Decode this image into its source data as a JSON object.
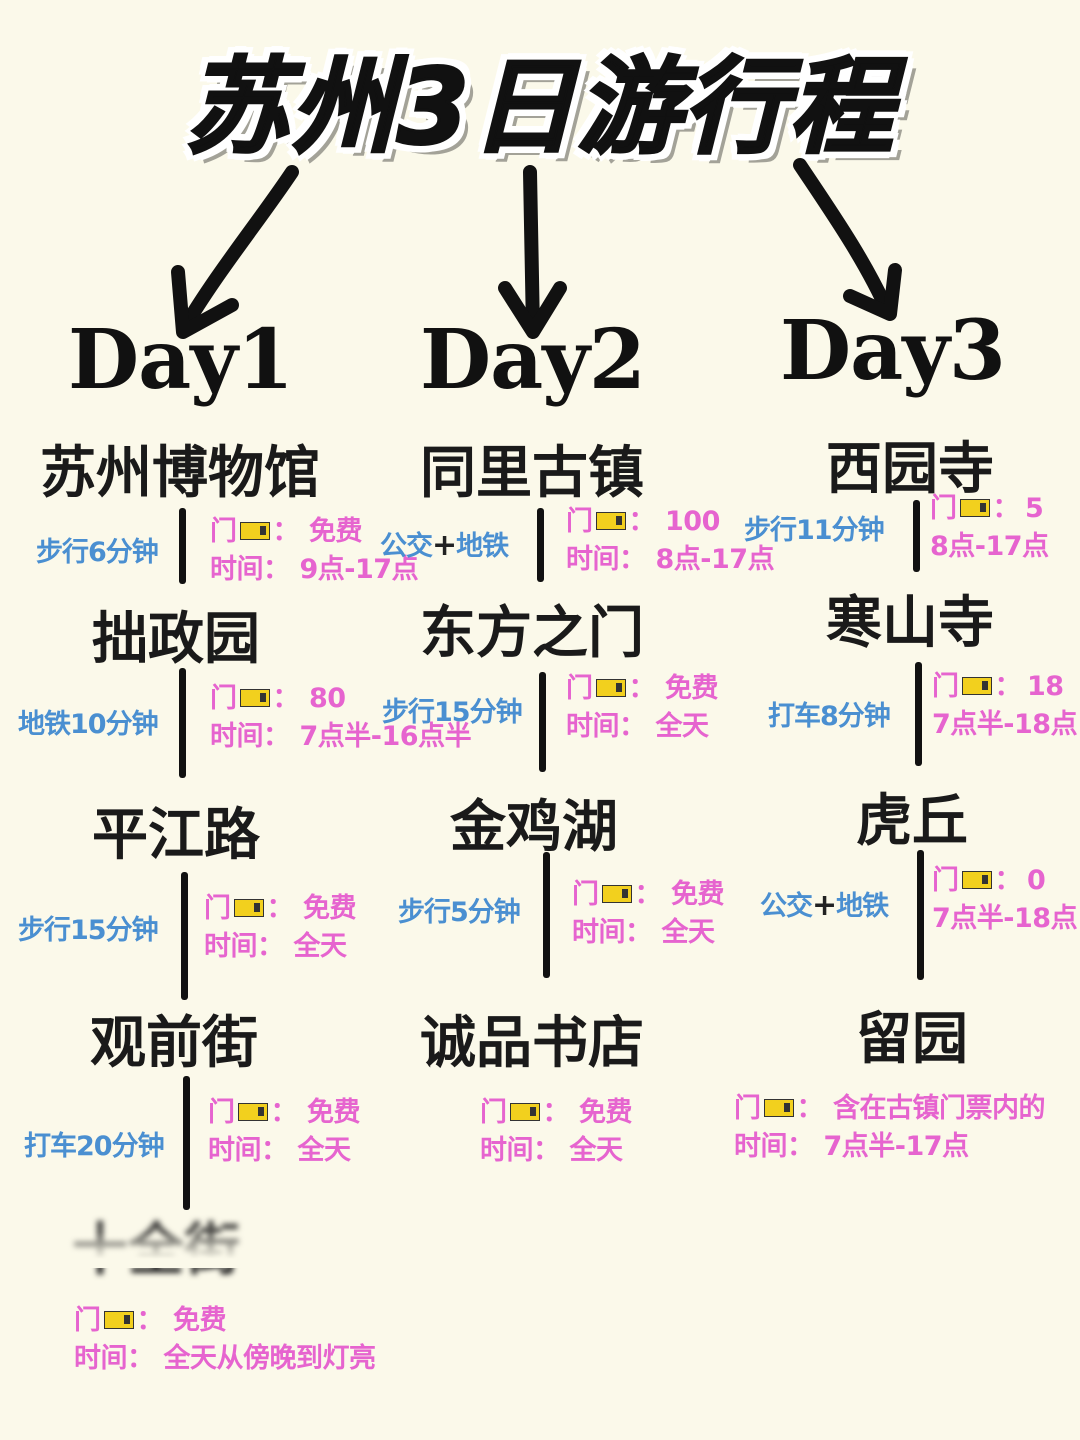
{
  "title": "苏州3日游行程",
  "days": [
    {
      "label": "Day1",
      "places": [
        "苏州博物馆",
        "拙政园",
        "平江路",
        "观前街",
        "十全街"
      ],
      "transports": [
        "步行6分钟",
        "地铁10分钟",
        "步行15分钟",
        "打车20分钟"
      ],
      "infos": [
        {
          "ticket": "门",
          "ticket_value": "免费",
          "time_label": "时间：",
          "time_value": "9点-17点"
        },
        {
          "ticket": "门",
          "ticket_value": "80",
          "time_label": "时间：",
          "time_value": "7点半-16点半"
        },
        {
          "ticket": "门",
          "ticket_value": "免费",
          "time_label": "时间：",
          "time_value": "全天"
        },
        {
          "ticket": "门",
          "ticket_value": "免费",
          "time_label": "时间：",
          "time_value": "全天"
        },
        {
          "ticket": "门",
          "ticket_value": "免费",
          "time_label": "时间：",
          "time_value": "全天从傍晚到灯亮"
        }
      ]
    },
    {
      "label": "Day2",
      "places": [
        "同里古镇",
        "东方之门",
        "金鸡湖",
        "诚品书店"
      ],
      "transports": [
        {
          "a": "公交",
          "plus": "+",
          "b": "地铁"
        },
        "步行15分钟",
        "步行5分钟"
      ],
      "infos": [
        {
          "ticket": "门",
          "ticket_value": "100",
          "time_label": "时间：",
          "time_value": "8点-17点"
        },
        {
          "ticket": "门",
          "ticket_value": "免费",
          "time_label": "时间：",
          "time_value": "全天"
        },
        {
          "ticket": "门",
          "ticket_value": "免费",
          "time_label": "时间：",
          "time_value": "全天"
        },
        {
          "ticket": "门",
          "ticket_value": "免费",
          "time_label": "时间：",
          "time_value": "全天"
        }
      ]
    },
    {
      "label": "Day3",
      "places": [
        "西园寺",
        "寒山寺",
        "虎丘",
        "留园"
      ],
      "transports": [
        "步行11分钟",
        "打车8分钟",
        {
          "a": "公交",
          "plus": "+",
          "b": "地铁"
        }
      ],
      "infos": [
        {
          "ticket": "门",
          "ticket_value": "5",
          "time_value": "8点-17点"
        },
        {
          "ticket": "门",
          "ticket_value": "18",
          "time_value": "7点半-18点"
        },
        {
          "ticket": "门",
          "ticket_value": "0",
          "time_value": "7点半-18点"
        },
        {
          "ticket": "门",
          "ticket_value": "含在古镇门票内的",
          "time_label": "时间：",
          "time_value": "7点半-17点"
        }
      ]
    }
  ],
  "colors": {
    "transport": "#4a8fd1",
    "info": "#e664cf",
    "background": "#fbf9ea"
  },
  "icons": {
    "ticket": "ticket-icon",
    "arrow": "arrow-down-icon"
  }
}
